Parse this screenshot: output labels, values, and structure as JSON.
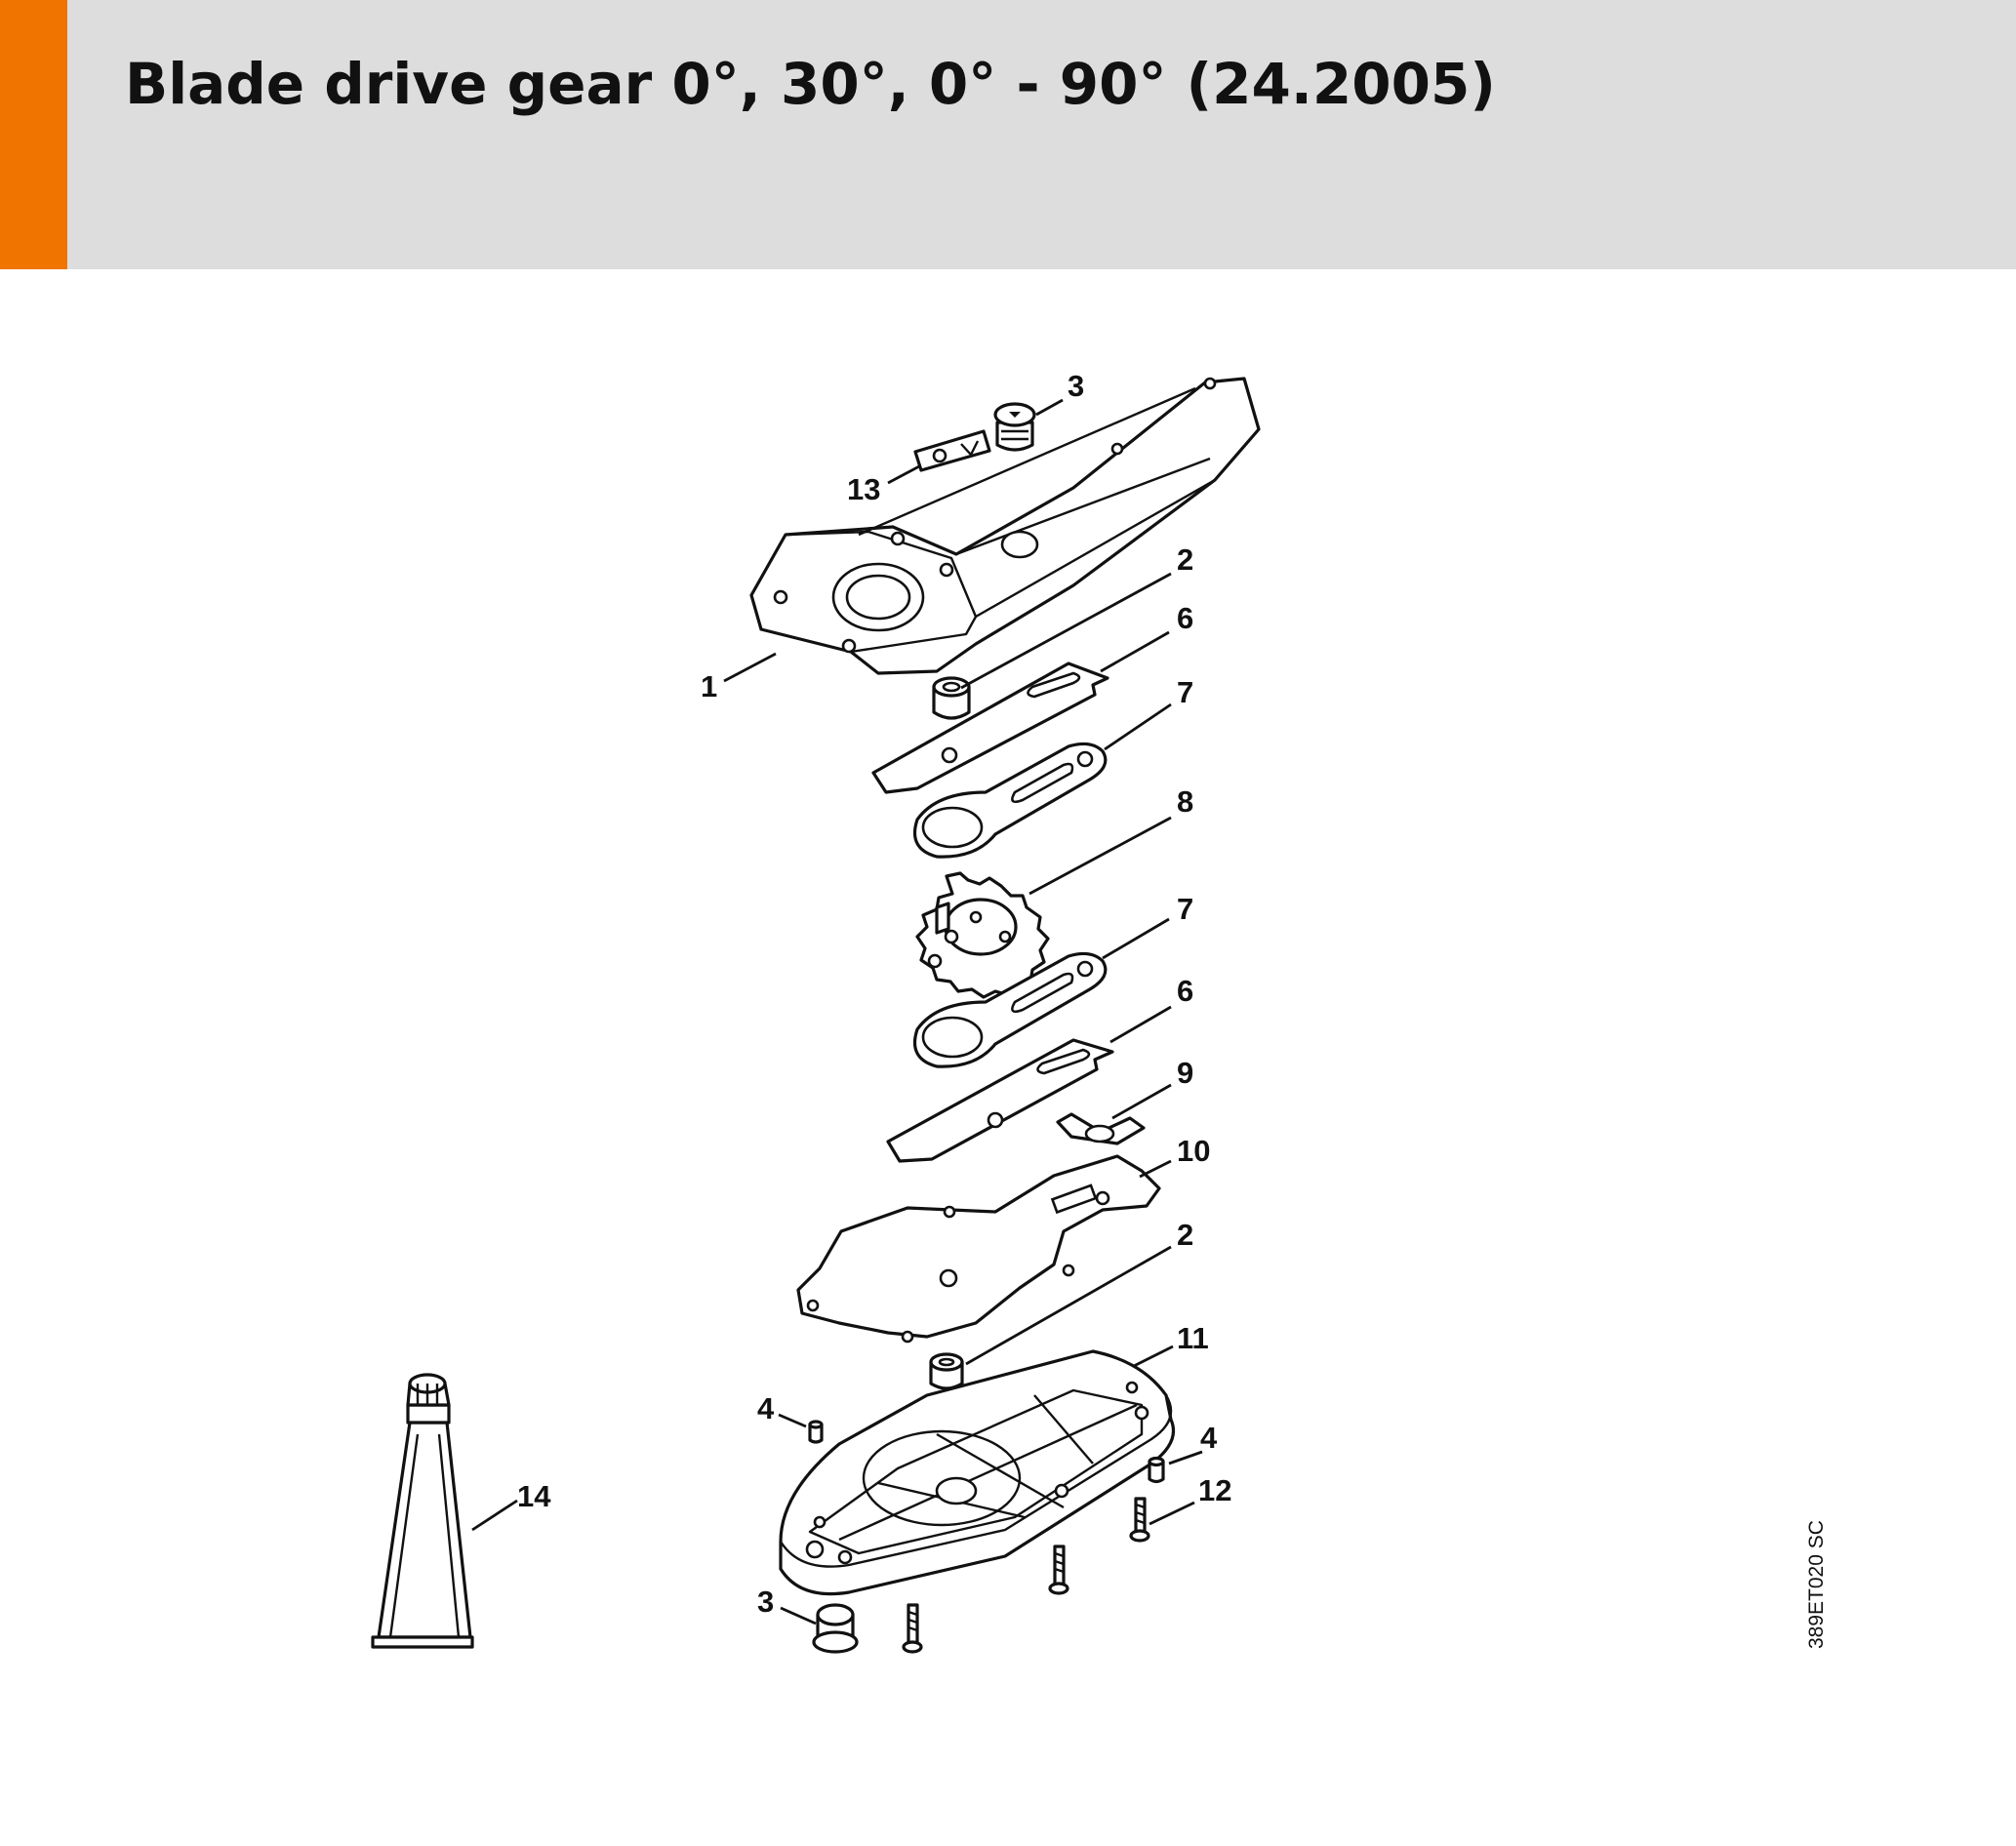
{
  "header": {
    "title": "Blade drive gear 0°, 30°, 0° - 90° (24.2005)",
    "accent_color": "#f07400",
    "background_color": "#dcdddc"
  },
  "diagram": {
    "drawing_code": "389ET020 SC",
    "callouts": [
      {
        "id": "callout-3-top",
        "label": "3"
      },
      {
        "id": "callout-13",
        "label": "13"
      },
      {
        "id": "callout-2-top",
        "label": "2"
      },
      {
        "id": "callout-1",
        "label": "1"
      },
      {
        "id": "callout-6-top",
        "label": "6"
      },
      {
        "id": "callout-7-top",
        "label": "7"
      },
      {
        "id": "callout-8",
        "label": "8"
      },
      {
        "id": "callout-7-bottom",
        "label": "7"
      },
      {
        "id": "callout-6-bottom",
        "label": "6"
      },
      {
        "id": "callout-9",
        "label": "9"
      },
      {
        "id": "callout-10",
        "label": "10"
      },
      {
        "id": "callout-2-bottom",
        "label": "2"
      },
      {
        "id": "callout-11",
        "label": "11"
      },
      {
        "id": "callout-4-left",
        "label": "4"
      },
      {
        "id": "callout-4-right",
        "label": "4"
      },
      {
        "id": "callout-12",
        "label": "12"
      },
      {
        "id": "callout-14",
        "label": "14"
      },
      {
        "id": "callout-3-bottom",
        "label": "3"
      }
    ]
  }
}
